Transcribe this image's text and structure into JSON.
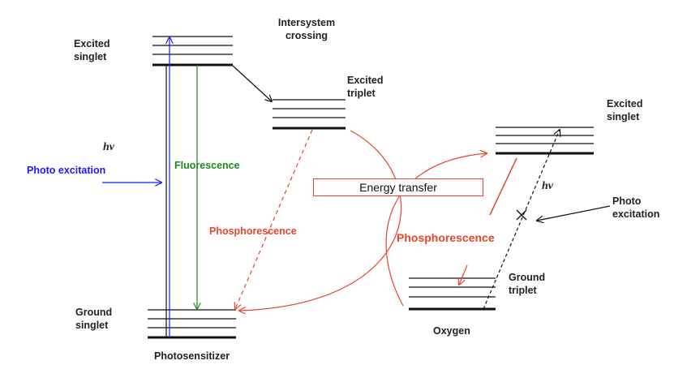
{
  "colors": {
    "black": "#111111",
    "blue": "#1a1aff",
    "green": "#1e8a1e",
    "red": "#e8452c"
  },
  "labels": {
    "excited_singlet_left": [
      "Excited",
      "singlet"
    ],
    "intersystem_crossing": [
      "Intersystem",
      "crossing"
    ],
    "excited_triplet": [
      "Excited",
      "triplet"
    ],
    "excited_singlet_right": [
      "Excited",
      "singlet"
    ],
    "hv_left": "hν",
    "photo_excitation_left": "Photo excitation",
    "fluorescence": "Fluorescence",
    "energy_transfer": "Energy transfer",
    "hv_right": "hν",
    "photo_excitation_right": [
      "Photo",
      "excitation"
    ],
    "phosphorescence_left": "Phosphorescence",
    "phosphorescence_right": "Phosphorescence",
    "ground_triplet": [
      "Ground",
      "triplet"
    ],
    "ground_singlet": [
      "Ground",
      "singlet"
    ],
    "oxygen": "Oxygen",
    "photosensitizer": "Photosensitizer"
  }
}
